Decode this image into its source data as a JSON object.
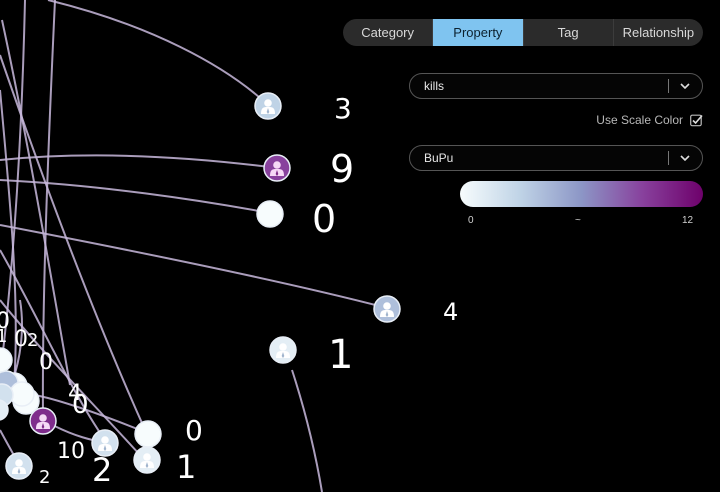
{
  "tabs": [
    {
      "label": "Category",
      "active": false
    },
    {
      "label": "Property",
      "active": true
    },
    {
      "label": "Tag",
      "active": false
    },
    {
      "label": "Relationship",
      "active": false
    }
  ],
  "property_select": {
    "value": "kills"
  },
  "scale_color": {
    "label": "Use Scale Color",
    "checked": true
  },
  "palette_select": {
    "value": "BuPu"
  },
  "gradient": {
    "min": "0",
    "mid": "~",
    "max": "12",
    "colors": [
      "#f7fcfd",
      "#bfd3e6",
      "#8c96c6",
      "#88419d",
      "#6e016b"
    ]
  },
  "colors": {
    "accent": "#7fc4f0",
    "edge": "#c8b8dc"
  },
  "nodes": [
    {
      "label": "3",
      "value": 3,
      "icon": "person-icon"
    },
    {
      "label": "9",
      "value": 9,
      "icon": "person-icon"
    },
    {
      "label": "0",
      "value": 0,
      "icon": "none"
    },
    {
      "label": "4",
      "value": 4,
      "icon": "person-icon"
    },
    {
      "label": "1",
      "value": 1,
      "icon": "person-icon"
    },
    {
      "label": "0",
      "value": 0,
      "icon": "none"
    },
    {
      "label": "1",
      "value": 1,
      "icon": "person-icon"
    },
    {
      "label": "2",
      "value": 2,
      "icon": "person-icon"
    },
    {
      "label": "10",
      "value": 10,
      "icon": "person-icon"
    },
    {
      "label": "2",
      "value": 2,
      "icon": "person-icon"
    },
    {
      "label": "0",
      "value": 0,
      "icon": "none"
    },
    {
      "label": "0",
      "value": 0,
      "icon": "none"
    },
    {
      "label": "4",
      "value": 4,
      "icon": "none"
    },
    {
      "label": "0",
      "value": 0,
      "icon": "none"
    },
    {
      "label": "0",
      "value": 0,
      "icon": "none"
    },
    {
      "label": "2",
      "value": 2,
      "icon": "none"
    },
    {
      "label": "1",
      "value": 1,
      "icon": "none"
    }
  ]
}
